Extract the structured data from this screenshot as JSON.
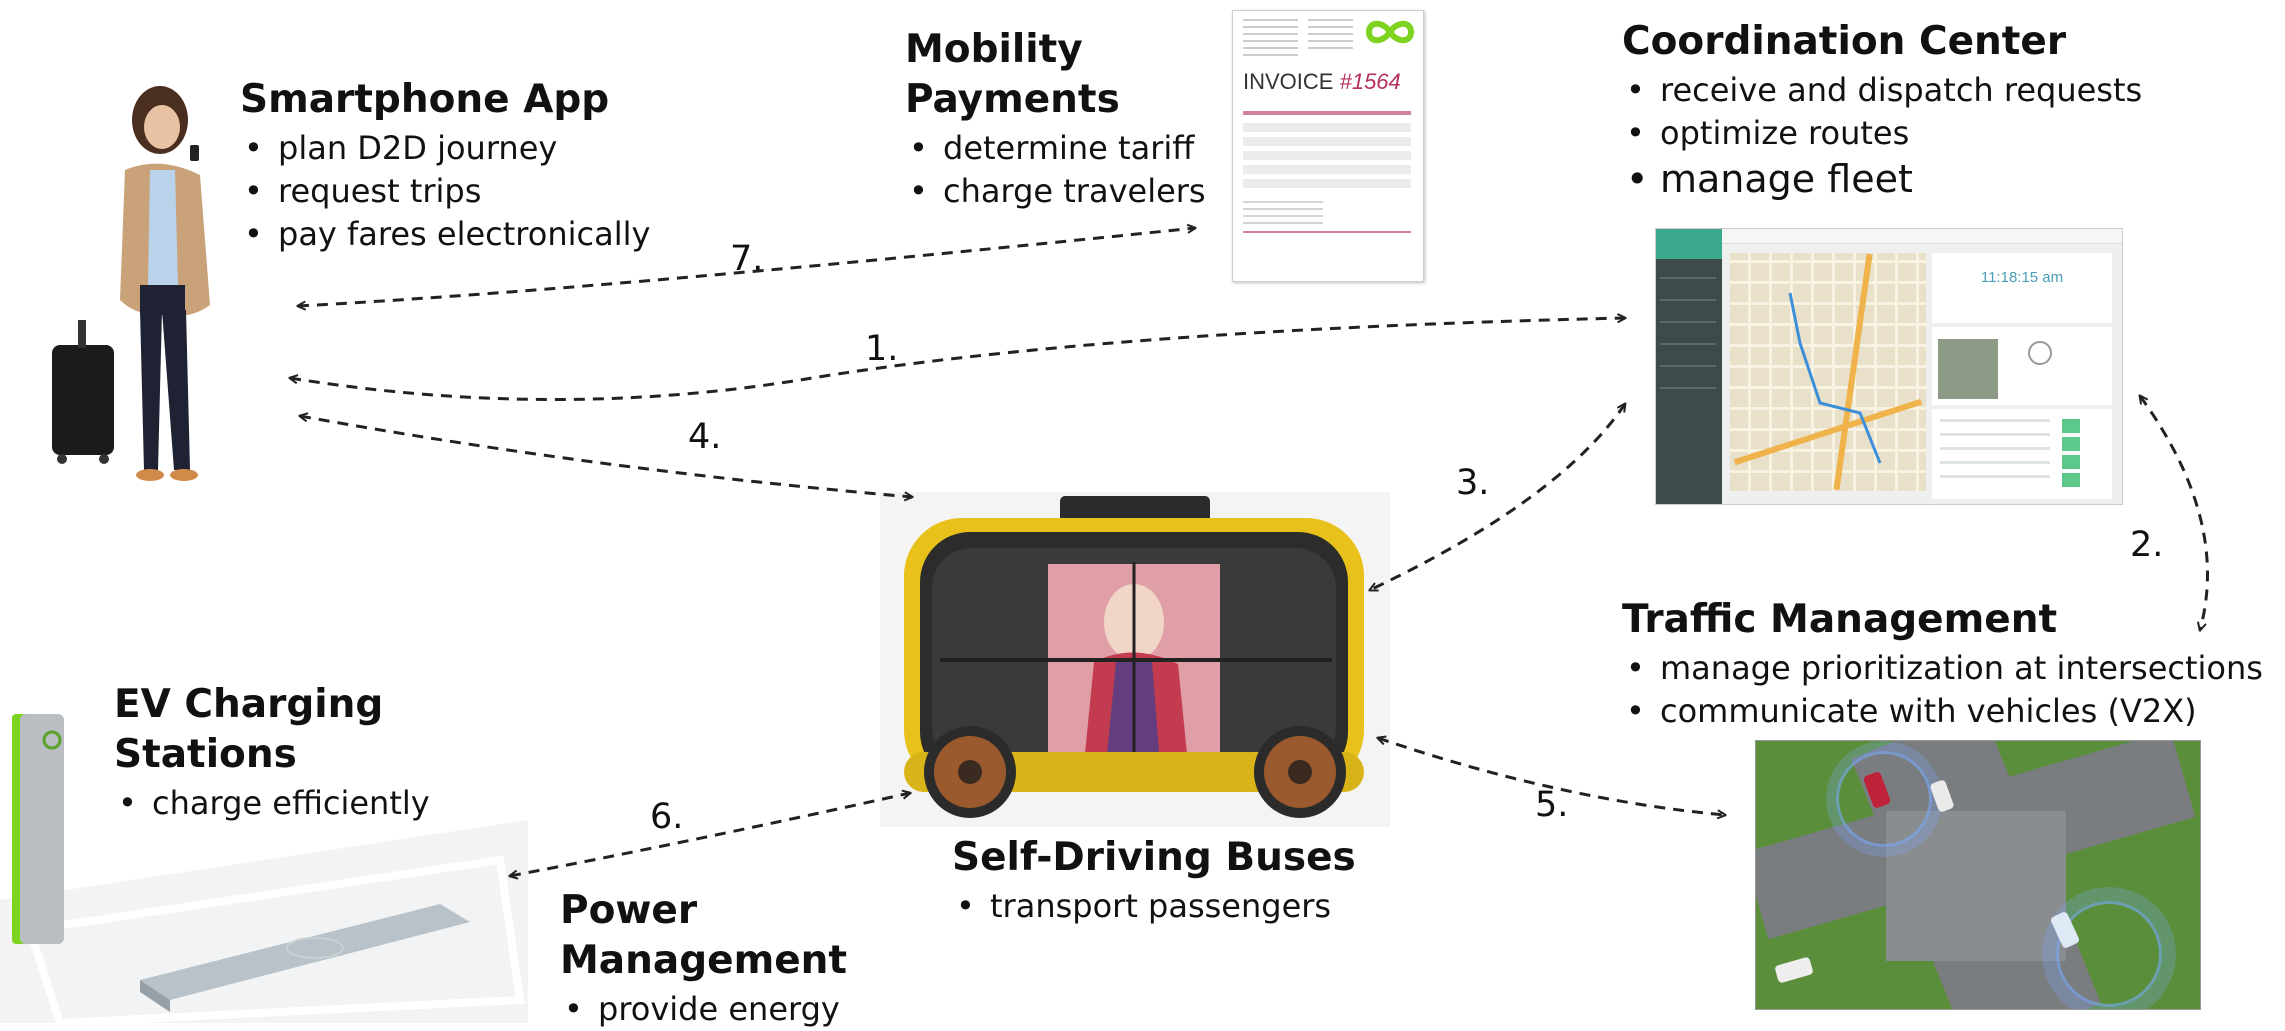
{
  "smartphone_app": {
    "title": "Smartphone App",
    "items": [
      "plan D2D journey",
      "request trips",
      "pay fares electronically"
    ]
  },
  "mobility_payments": {
    "title_line1": "Mobility",
    "title_line2": "Payments",
    "items": [
      "determine tariff",
      "charge travelers"
    ]
  },
  "invoice": {
    "label": "INVOICE",
    "number": "#1564"
  },
  "coordination_center": {
    "title": "Coordination Center",
    "items": [
      "receive and dispatch requests",
      "optimize routes",
      "manage fleet"
    ]
  },
  "dashboard": {
    "clock": "11:18:15 am"
  },
  "traffic_management": {
    "title": "Traffic Management",
    "items": [
      "manage prioritization at intersections",
      "communicate with vehicles (V2X)"
    ]
  },
  "ev_charging": {
    "title_line1": "EV Charging",
    "title_line2": "Stations",
    "items": [
      "charge efficiently"
    ]
  },
  "power_management": {
    "title_line1": "Power",
    "title_line2": "Management",
    "items": [
      "provide energy"
    ]
  },
  "self_driving_buses": {
    "title": "Self-Driving Buses",
    "items": [
      "transport passengers"
    ]
  },
  "arrows": {
    "a1": "1.",
    "a2": "2.",
    "a3": "3.",
    "a4": "4.",
    "a5": "5.",
    "a6": "6.",
    "a7": "7."
  },
  "colors": {
    "text": "#111111",
    "accent_green": "#7ed321",
    "invoice_pink": "#b5305e",
    "bus_yellow": "#e8c21a",
    "dashboard_teal": "#3aa98c"
  }
}
